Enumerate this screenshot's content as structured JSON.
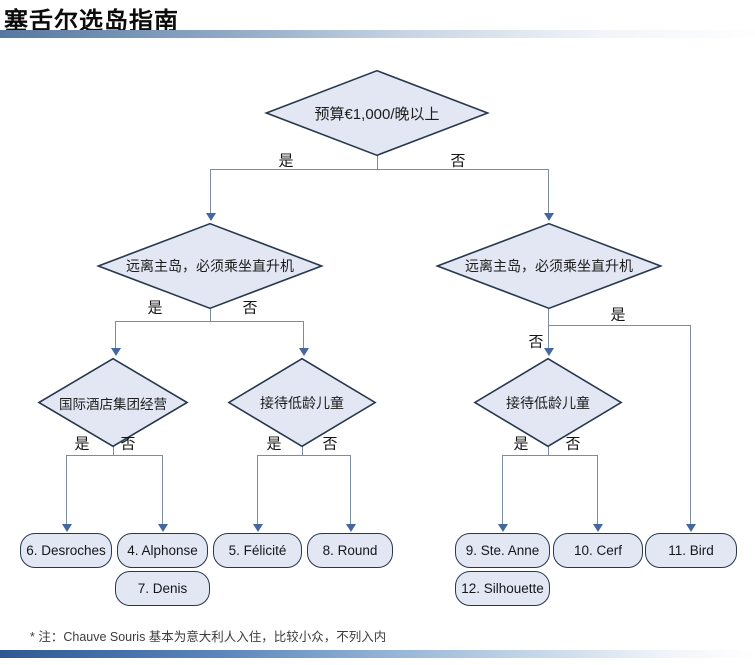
{
  "header": {
    "title": "塞舌尔选岛指南"
  },
  "labels": {
    "yes": "是",
    "no": "否"
  },
  "nodes": {
    "budget": "预算€1,000/晚以上",
    "heli_left": "远离主岛，必须乘坐直升机",
    "heli_right": "远离主岛，必须乘坐直升机",
    "intl_hotel": "国际酒店集团经营",
    "children_left": "接待低龄儿童",
    "children_right": "接待低龄儿童"
  },
  "results": {
    "desroches": "6. Desroches",
    "alphonse": "4. Alphonse",
    "felicite": "5. Félicité",
    "round": "8. Round",
    "ste_anne": "9. Ste. Anne",
    "cerf": "10. Cerf",
    "bird": "11. Bird",
    "denis": "7. Denis",
    "silhouette": "12. Silhouette"
  },
  "footnote": "* 注：Chauve Souris 基本为意大利人入住，比较小众，不列入内",
  "colors": {
    "shape_fill": "#e2e7f3",
    "shape_border": "#27374e",
    "connector": "#7b8da1",
    "arrowhead": "#44679f",
    "bar_gradient_start": "#2d5892",
    "bar_gradient_end": "#ffffff"
  }
}
